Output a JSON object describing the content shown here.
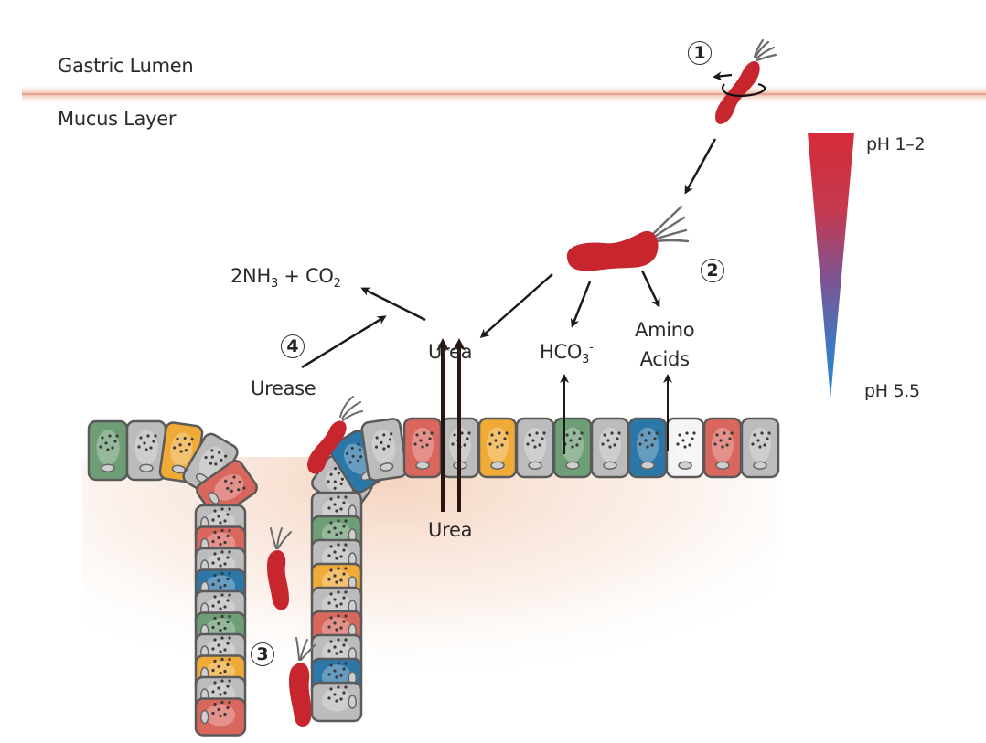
{
  "labels": {
    "gastric_lumen": "Gastric Lumen",
    "mucus_layer": "Mucus Layer",
    "ph_top": "pH 1–2",
    "ph_bottom": "pH 5.5",
    "ammonia": {
      "coef": "2NH",
      "sub1": "3",
      "plus": " + CO",
      "sub2": "2"
    },
    "urease": "Urease",
    "urea_top": "Urea",
    "urea_bottom": "Urea",
    "bicarbonate": {
      "base": "HCO",
      "sub": "3",
      "sup": "-"
    },
    "amino_line1": "Amino",
    "amino_line2": "Acids"
  },
  "steps": [
    "1",
    "2",
    "3",
    "4"
  ],
  "colors": {
    "membrane": "#e8a090",
    "bacterium": "#c8262f",
    "flagella": "#6b6b6b",
    "gradient_top": "#d62a37",
    "gradient_mid": "#8a4f8f",
    "gradient_bottom": "#2f86c8",
    "arrow": "#1a1a1a",
    "urea_arrow": "#2a1610",
    "tissue_glow": "#f5d9c8"
  },
  "cells": {
    "surface": [
      "green",
      "gray",
      "orange",
      "gray",
      "red",
      "gray",
      "blue",
      "gray",
      "red",
      "gray",
      "orange",
      "gray",
      "green",
      "gray",
      "blue",
      "white",
      "red",
      "gray"
    ],
    "crypt_left": [
      "gray",
      "red",
      "gray",
      "blue",
      "gray",
      "green",
      "gray",
      "orange",
      "gray",
      "red"
    ],
    "crypt_right": [
      "gray",
      "green",
      "gray",
      "orange",
      "gray",
      "red",
      "gray",
      "blue",
      "gray"
    ]
  },
  "cell_colors": {
    "green": "#6e9e76",
    "gray": "#bcbcbc",
    "orange": "#f0aa36",
    "red": "#d9675e",
    "blue": "#2b77a8",
    "white": "#f4f4f4"
  }
}
